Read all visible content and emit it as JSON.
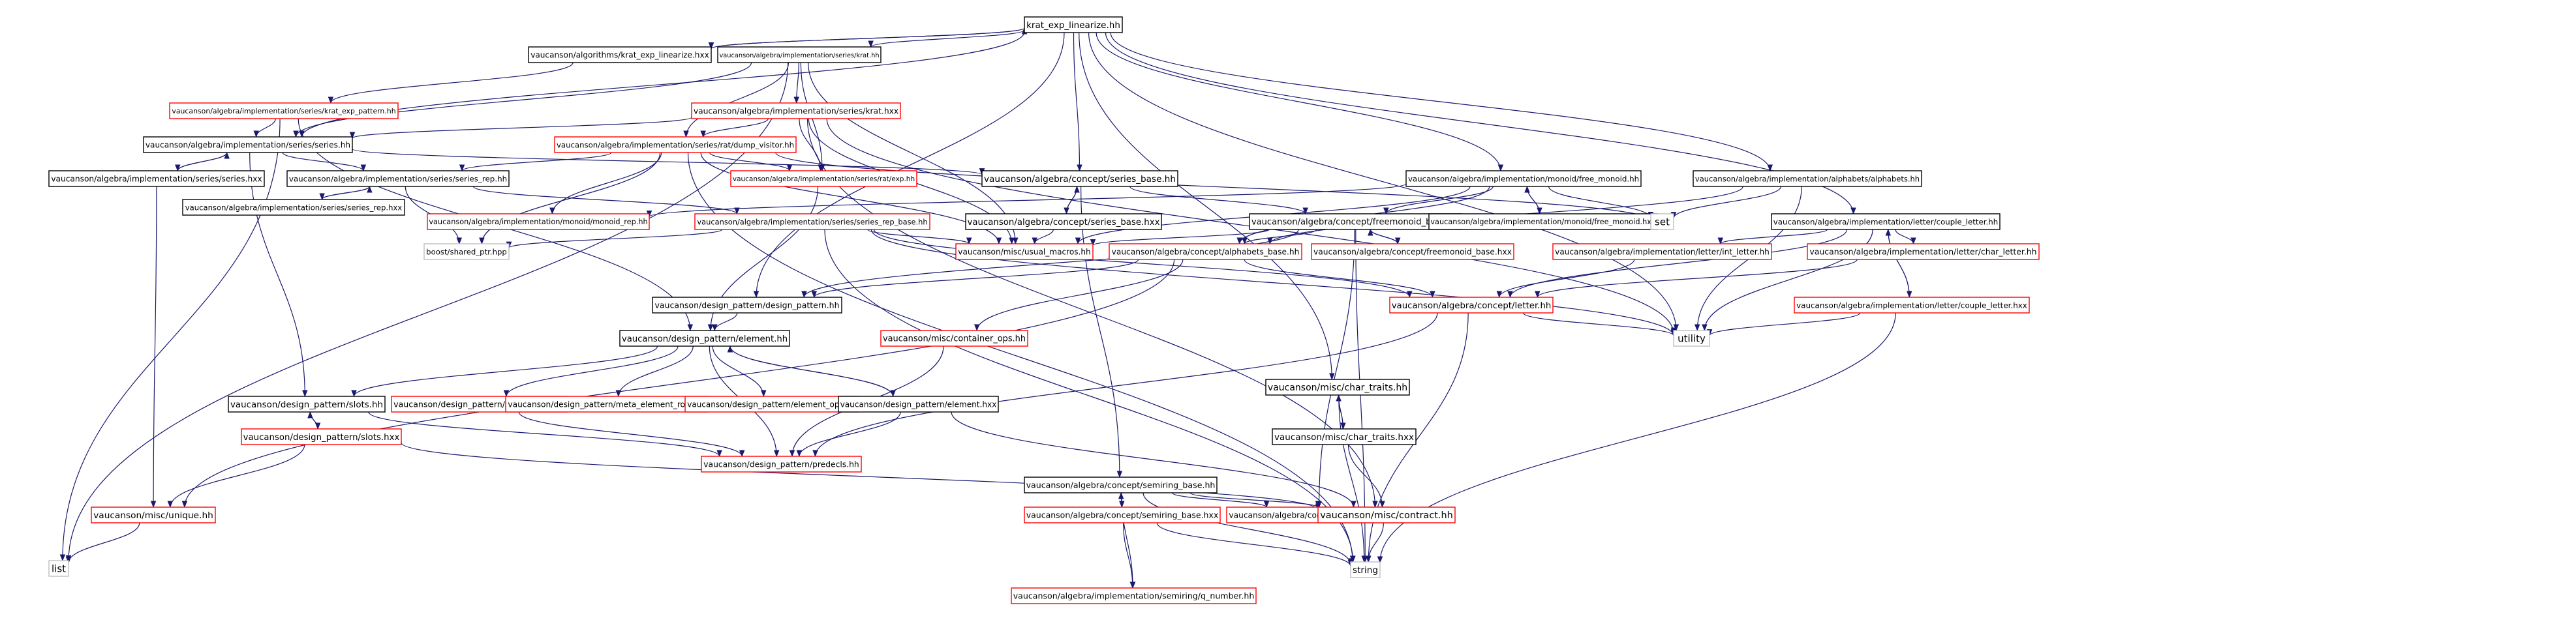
{
  "colors": {
    "edge": "#191970",
    "box_default": "#000000",
    "box_red": "#ff0000",
    "box_gray": "#bfbfbf",
    "root_fill": "#bfbfbf"
  },
  "nodes": [
    {
      "id": "root",
      "label": "krat_exp_linearize.hh",
      "style": "root"
    },
    {
      "id": "algo_hxx",
      "label": "vaucanson/algorithms/krat_exp_linearize.hxx",
      "style": "black"
    },
    {
      "id": "krat_hh",
      "label": "vaucanson/algebra/implementation/series/krat.hh",
      "style": "black"
    },
    {
      "id": "krat_exp_pattern",
      "label": "vaucanson/algebra/implementation/series/krat_exp_pattern.hh",
      "style": "red"
    },
    {
      "id": "krat_hxx",
      "label": "vaucanson/algebra/implementation/series/krat.hxx",
      "style": "red"
    },
    {
      "id": "series_hh",
      "label": "vaucanson/algebra/implementation/series/series.hh",
      "style": "black"
    },
    {
      "id": "dump_visitor",
      "label": "vaucanson/algebra/implementation/series/rat/dump_visitor.hh",
      "style": "red"
    },
    {
      "id": "series_hxx",
      "label": "vaucanson/algebra/implementation/series/series.hxx",
      "style": "black"
    },
    {
      "id": "series_rep_hh",
      "label": "vaucanson/algebra/implementation/series/series_rep.hh",
      "style": "black"
    },
    {
      "id": "rat_exp",
      "label": "vaucanson/algebra/implementation/series/rat/exp.hh",
      "style": "red"
    },
    {
      "id": "series_base_hh",
      "label": "vaucanson/algebra/concept/series_base.hh",
      "style": "black"
    },
    {
      "id": "free_monoid_hh",
      "label": "vaucanson/algebra/implementation/monoid/free_monoid.hh",
      "style": "black"
    },
    {
      "id": "alphabets_hh",
      "label": "vaucanson/algebra/implementation/alphabets/alphabets.hh",
      "style": "black"
    },
    {
      "id": "series_rep_hxx",
      "label": "vaucanson/algebra/implementation/series/series_rep.hxx",
      "style": "black"
    },
    {
      "id": "monoid_rep",
      "label": "vaucanson/algebra/implementation/monoid/monoid_rep.hh",
      "style": "red"
    },
    {
      "id": "series_rep_base",
      "label": "vaucanson/algebra/implementation/series/series_rep_base.hh",
      "style": "red"
    },
    {
      "id": "series_base_hxx",
      "label": "vaucanson/algebra/concept/series_base.hxx",
      "style": "black"
    },
    {
      "id": "freemonoid_base_hh",
      "label": "vaucanson/algebra/concept/freemonoid_base.hh",
      "style": "black"
    },
    {
      "id": "free_monoid_hxx",
      "label": "vaucanson/algebra/implementation/monoid/free_monoid.hxx",
      "style": "black"
    },
    {
      "id": "set",
      "label": "set",
      "style": "gray"
    },
    {
      "id": "couple_letter_hh",
      "label": "vaucanson/algebra/implementation/letter/couple_letter.hh",
      "style": "black"
    },
    {
      "id": "shared_ptr",
      "label": "boost/shared_ptr.hpp",
      "style": "gray"
    },
    {
      "id": "usual_macros",
      "label": "vaucanson/misc/usual_macros.hh",
      "style": "red"
    },
    {
      "id": "alphabets_base",
      "label": "vaucanson/algebra/concept/alphabets_base.hh",
      "style": "red"
    },
    {
      "id": "freemonoid_base_hxx",
      "label": "vaucanson/algebra/concept/freemonoid_base.hxx",
      "style": "red"
    },
    {
      "id": "int_letter",
      "label": "vaucanson/algebra/implementation/letter/int_letter.hh",
      "style": "red"
    },
    {
      "id": "char_letter",
      "label": "vaucanson/algebra/implementation/letter/char_letter.hh",
      "style": "red"
    },
    {
      "id": "design_pattern_hh",
      "label": "vaucanson/design_pattern/design_pattern.hh",
      "style": "black"
    },
    {
      "id": "letter_hh",
      "label": "vaucanson/algebra/concept/letter.hh",
      "style": "red"
    },
    {
      "id": "couple_letter_hxx",
      "label": "vaucanson/algebra/implementation/letter/couple_letter.hxx",
      "style": "red"
    },
    {
      "id": "element_hh",
      "label": "vaucanson/design_pattern/element.hh",
      "style": "black"
    },
    {
      "id": "container_ops",
      "label": "vaucanson/misc/container_ops.hh",
      "style": "red"
    },
    {
      "id": "utility",
      "label": "utility",
      "style": "gray"
    },
    {
      "id": "slots_hh",
      "label": "vaucanson/design_pattern/slots.hh",
      "style": "black"
    },
    {
      "id": "default_ops",
      "label": "vaucanson/design_pattern/default_ops.hh",
      "style": "red"
    },
    {
      "id": "meta_element_root",
      "label": "vaucanson/design_pattern/meta_element_root.hh",
      "style": "red"
    },
    {
      "id": "element_ops",
      "label": "vaucanson/design_pattern/element_ops.hh",
      "style": "red"
    },
    {
      "id": "element_hxx",
      "label": "vaucanson/design_pattern/element.hxx",
      "style": "black"
    },
    {
      "id": "char_traits_hh",
      "label": "vaucanson/misc/char_traits.hh",
      "style": "black"
    },
    {
      "id": "slots_hxx",
      "label": "vaucanson/design_pattern/slots.hxx",
      "style": "red"
    },
    {
      "id": "predecls",
      "label": "vaucanson/design_pattern/predecls.hh",
      "style": "red"
    },
    {
      "id": "char_traits_hxx",
      "label": "vaucanson/misc/char_traits.hxx",
      "style": "black"
    },
    {
      "id": "semiring_base_hh",
      "label": "vaucanson/algebra/concept/semiring_base.hh",
      "style": "black"
    },
    {
      "id": "unique_hh",
      "label": "vaucanson/misc/unique.hh",
      "style": "red"
    },
    {
      "id": "semiring_base_hxx",
      "label": "vaucanson/algebra/concept/semiring_base.hxx",
      "style": "red"
    },
    {
      "id": "monoid_base",
      "label": "vaucanson/algebra/concept/monoid_base.hh",
      "style": "red"
    },
    {
      "id": "contract",
      "label": "vaucanson/misc/contract.hh",
      "style": "red"
    },
    {
      "id": "list",
      "label": "list",
      "style": "gray"
    },
    {
      "id": "string",
      "label": "string",
      "style": "gray"
    },
    {
      "id": "q_number",
      "label": "vaucanson/algebra/implementation/semiring/q_number.hh",
      "style": "red"
    }
  ]
}
